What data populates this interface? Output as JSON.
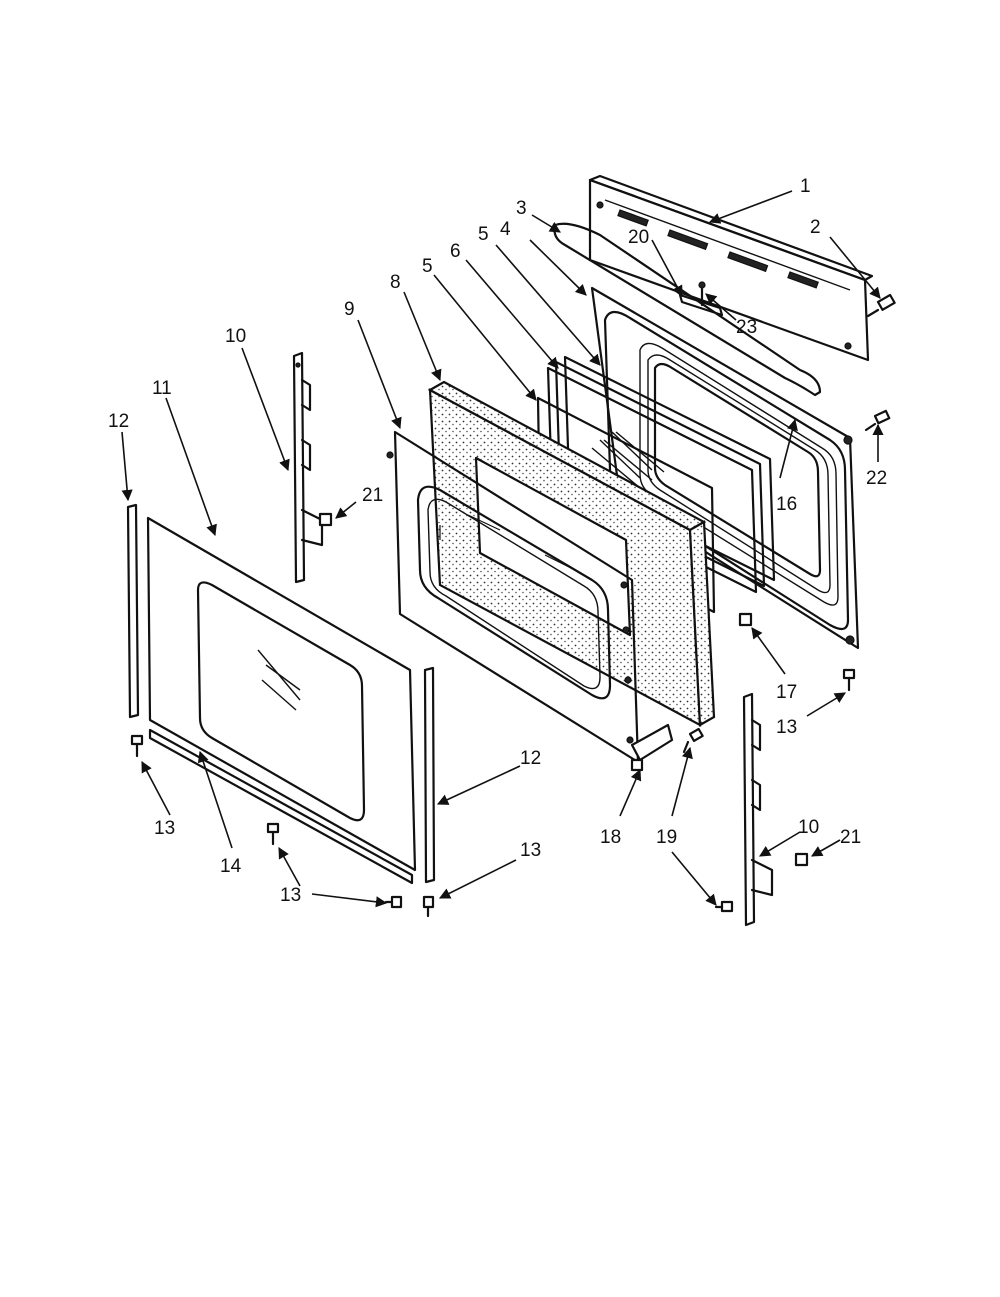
{
  "callouts": {
    "c1": "1",
    "c2": "2",
    "c3": "3",
    "c4": "4",
    "c5a": "5",
    "c5b": "5",
    "c6": "6",
    "c8": "8",
    "c9": "9",
    "c10a": "10",
    "c10b": "10",
    "c11": "11",
    "c12a": "12",
    "c12b": "12",
    "c13a": "13",
    "c13b": "13",
    "c13c": "13",
    "c13d": "13",
    "c14": "14",
    "c16": "16",
    "c17": "17",
    "c18": "18",
    "c19": "19",
    "c20": "20",
    "c21a": "21",
    "c21b": "21",
    "c22": "22",
    "c23": "23"
  }
}
